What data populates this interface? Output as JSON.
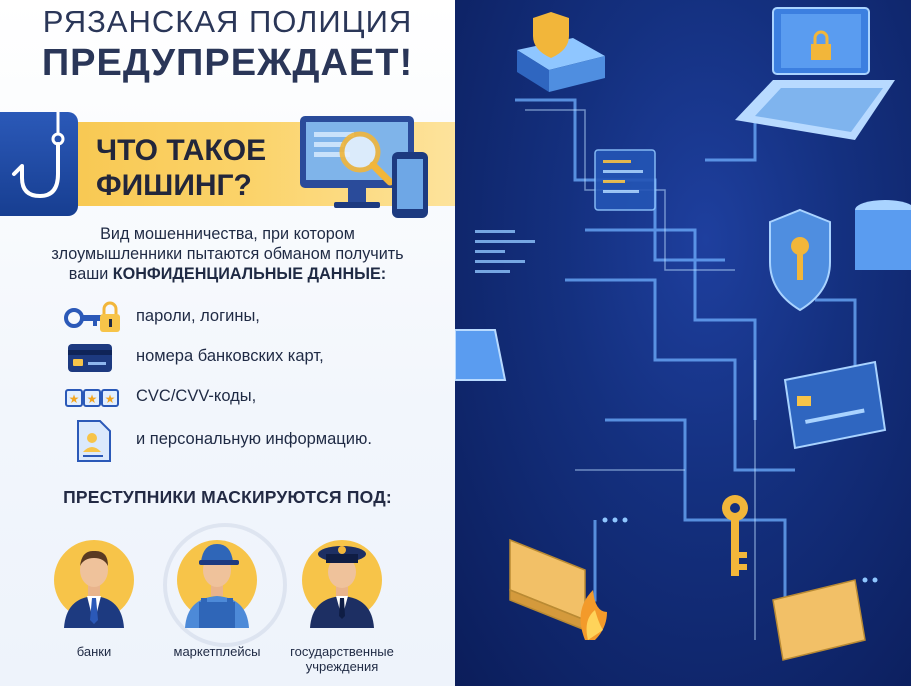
{
  "header": {
    "line1": "РЯЗАНСКАЯ ПОЛИЦИЯ",
    "line2": "ПРЕДУПРЕЖДАЕТ!"
  },
  "question": {
    "line1": "ЧТО ТАКОЕ",
    "line2": "ФИШИНГ?"
  },
  "description": {
    "line1": "Вид мошенничества, при котором",
    "line2": "злоумышленники пытаются обманом получить",
    "line3_prefix": "ваши ",
    "line3_bold": "КОНФИДЕНЦИАЛЬНЫЕ ДАННЫЕ:"
  },
  "items": [
    {
      "icon": "key-lock-icon",
      "label": "пароли, логины,"
    },
    {
      "icon": "bank-card-icon",
      "label": "номера банковских карт,"
    },
    {
      "icon": "code-stars-icon",
      "label": "CVC/CVV-коды,"
    },
    {
      "icon": "id-document-icon",
      "label": "и персональную информацию."
    }
  ],
  "criminals": {
    "title": "ПРЕСТУПНИКИ МАСКИРУЮТСЯ ПОД:",
    "people": [
      {
        "icon": "banker-avatar-icon",
        "label": "банки"
      },
      {
        "icon": "courier-avatar-icon",
        "label": "маркетплейсы"
      },
      {
        "icon": "officer-avatar-icon",
        "label_line1": "государственные",
        "label_line2": "учреждения"
      }
    ]
  },
  "colors": {
    "band_yellow": "#f7c449",
    "dark_blue": "#14307f",
    "accent_blue": "#2b59b8",
    "text_dark": "#22263b"
  }
}
